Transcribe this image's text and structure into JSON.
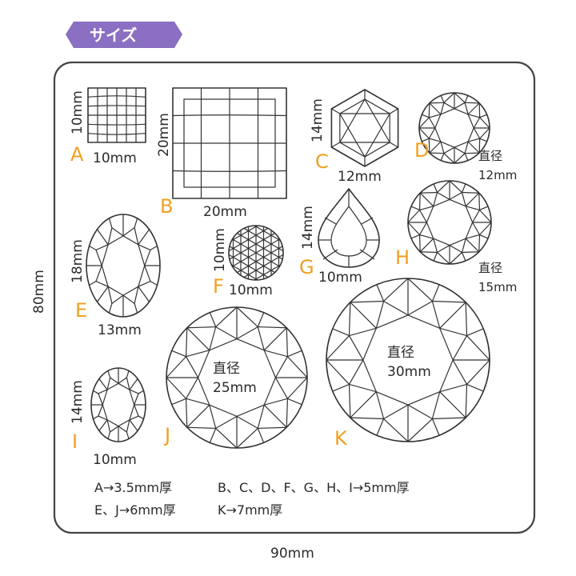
{
  "header": {
    "title": "サイズ",
    "accent_color": "#8a6fc2"
  },
  "mold": {
    "width_label": "90mm",
    "height_label": "80mm"
  },
  "shapes": [
    {
      "id": "A",
      "letter": "A",
      "width": "10mm",
      "height": "10mm",
      "shape": "square-checker"
    },
    {
      "id": "B",
      "letter": "B",
      "width": "20mm",
      "height": "20mm",
      "shape": "square-checker"
    },
    {
      "id": "C",
      "letter": "C",
      "width": "12mm",
      "height": "14mm",
      "shape": "hexagon"
    },
    {
      "id": "D",
      "letter": "D",
      "diameter_prefix": "直径",
      "diameter": "12mm",
      "shape": "round-brilliant"
    },
    {
      "id": "E",
      "letter": "E",
      "width": "13mm",
      "height": "18mm",
      "shape": "oval"
    },
    {
      "id": "F",
      "letter": "F",
      "width": "10mm",
      "height": "10mm",
      "shape": "round-rose"
    },
    {
      "id": "G",
      "letter": "G",
      "width": "10mm",
      "height": "14mm",
      "shape": "pear"
    },
    {
      "id": "H",
      "letter": "H",
      "diameter_prefix": "直径",
      "diameter": "15mm",
      "shape": "round-brilliant"
    },
    {
      "id": "I",
      "letter": "I",
      "width": "10mm",
      "height": "14mm",
      "shape": "oval"
    },
    {
      "id": "J",
      "letter": "J",
      "diameter_prefix": "直径",
      "diameter": "25mm",
      "shape": "round-brilliant"
    },
    {
      "id": "K",
      "letter": "K",
      "diameter_prefix": "直径",
      "diameter": "30mm",
      "shape": "round-brilliant"
    }
  ],
  "notes": {
    "line1_left": "A→3.5mm厚",
    "line1_right": "B、C、D、F、G、H、I→5mm厚",
    "line2_left": "E、J→6mm厚",
    "line2_right": "K→7mm厚"
  }
}
